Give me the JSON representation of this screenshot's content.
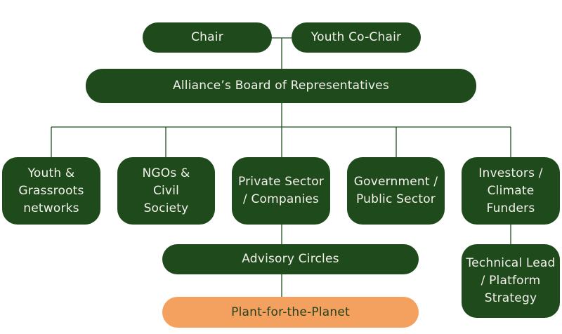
{
  "org_chart": {
    "leadership": {
      "chair": "Chair",
      "youth_co_chair": "Youth Co-Chair"
    },
    "board": "Alliance’s Board of Representatives",
    "constituencies": [
      "Youth &\nGrassroots\nnetworks",
      "NGOs &\nCivil\nSociety",
      "Private Sector\n/ Companies",
      "Government /\nPublic Sector",
      "Investors /\nClimate\nFunders"
    ],
    "advisory_circles": "Advisory Circles",
    "host_organization": "Plant-for-the-Planet",
    "technical_lead": "Technical Lead\n/ Platform\nStrategy"
  },
  "colors": {
    "node_fill": "#1e4a1c",
    "node_text": "#f3f1ea",
    "accent_fill": "#f4a15f",
    "accent_text": "#24421f",
    "connector": "#1f4d1f"
  }
}
